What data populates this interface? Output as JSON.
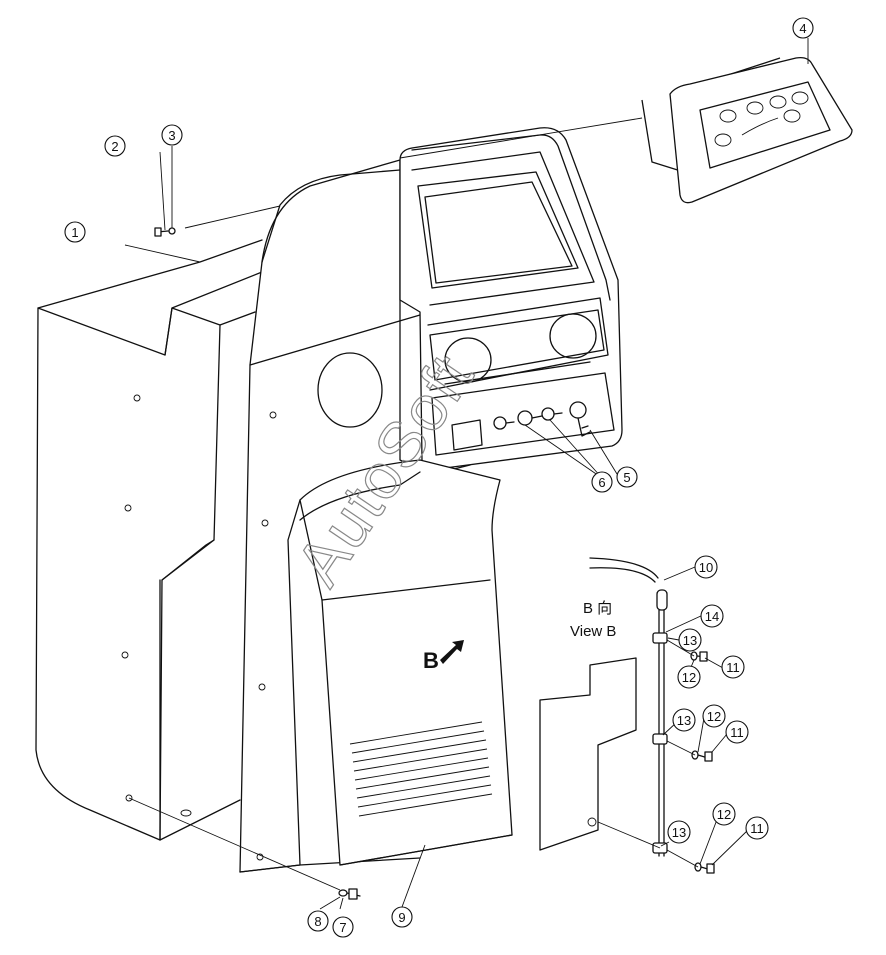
{
  "watermark": "AutoSoft",
  "view_marker": "B",
  "view_title_cn": "B 向",
  "view_title_en": "View B",
  "callouts": [
    {
      "id": "c1",
      "label": "1"
    },
    {
      "id": "c2",
      "label": "2"
    },
    {
      "id": "c3",
      "label": "3"
    },
    {
      "id": "c4",
      "label": "4"
    },
    {
      "id": "c5",
      "label": "5"
    },
    {
      "id": "c6",
      "label": "6"
    },
    {
      "id": "c7",
      "label": "7"
    },
    {
      "id": "c8",
      "label": "8"
    },
    {
      "id": "c9",
      "label": "9"
    },
    {
      "id": "c10",
      "label": "10"
    },
    {
      "id": "c11a",
      "label": "11"
    },
    {
      "id": "c11b",
      "label": "11"
    },
    {
      "id": "c11c",
      "label": "11"
    },
    {
      "id": "c12a",
      "label": "12"
    },
    {
      "id": "c12b",
      "label": "12"
    },
    {
      "id": "c12c",
      "label": "12"
    },
    {
      "id": "c13a",
      "label": "13"
    },
    {
      "id": "c13b",
      "label": "13"
    },
    {
      "id": "c13c",
      "label": "13"
    },
    {
      "id": "c14",
      "label": "14"
    }
  ]
}
